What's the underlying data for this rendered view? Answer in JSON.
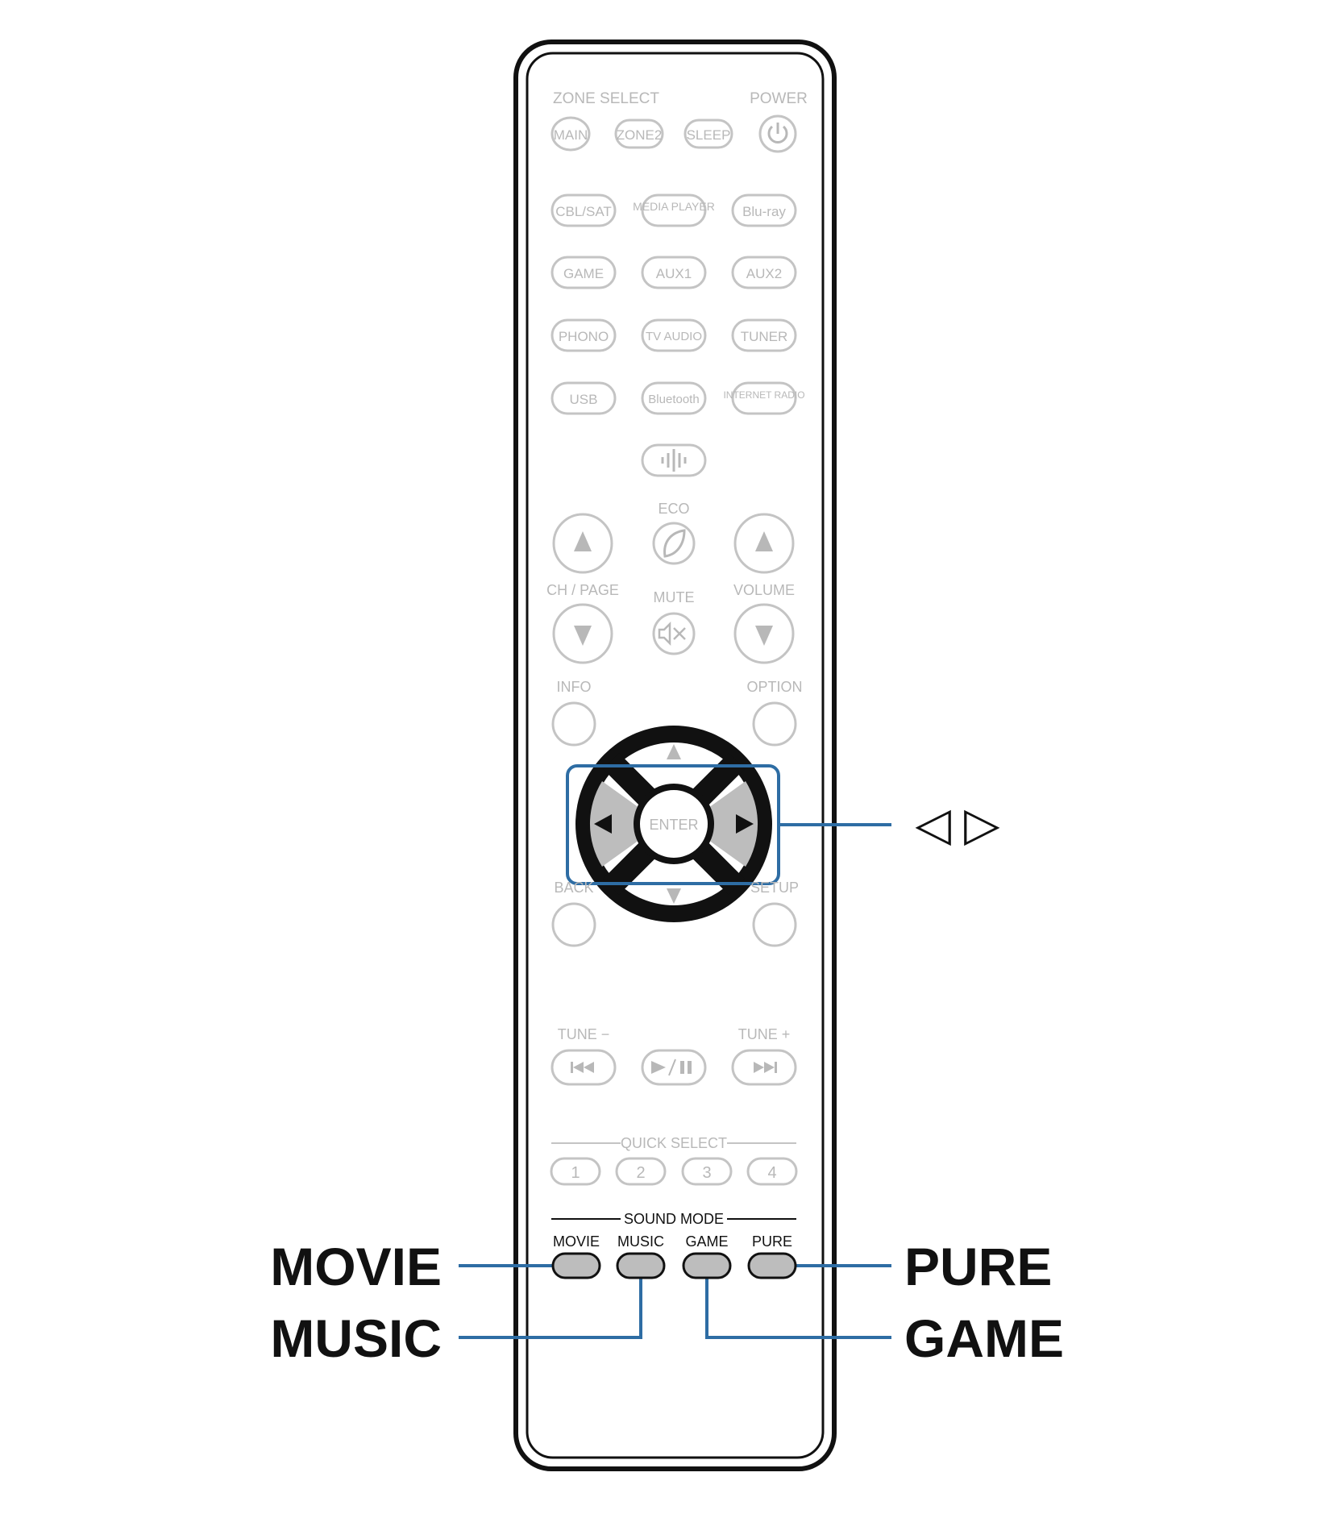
{
  "remote": {
    "zone_select": "ZONE SELECT",
    "power": "POWER",
    "zone_buttons": [
      "MAIN",
      "ZONE2",
      "SLEEP"
    ],
    "sources": [
      [
        "CBL/SAT",
        "MEDIA PLAYER",
        "Blu-ray"
      ],
      [
        "GAME",
        "AUX1",
        "AUX2"
      ],
      [
        "PHONO",
        "TV AUDIO",
        "TUNER"
      ],
      [
        "USB",
        "Bluetooth",
        "INTERNET RADIO"
      ]
    ],
    "eco": "ECO",
    "ch_page": "CH / PAGE",
    "mute": "MUTE",
    "volume": "VOLUME",
    "info": "INFO",
    "option": "OPTION",
    "enter": "ENTER",
    "back": "BACK",
    "setup": "SETUP",
    "tune_minus": "TUNE −",
    "tune_plus": "TUNE +",
    "quick_select": "QUICK SELECT",
    "quick_numbers": [
      "1",
      "2",
      "3",
      "4"
    ],
    "sound_mode": "SOUND MODE",
    "sound_buttons": [
      "MOVIE",
      "MUSIC",
      "GAME",
      "PURE"
    ]
  },
  "callouts": {
    "movie": "MOVIE",
    "music": "MUSIC",
    "pure": "PURE",
    "game": "GAME",
    "cursor_symbols": "◁ ▷"
  },
  "colors": {
    "callout_line": "#2e6da4",
    "faint": "#b8b8b8",
    "highlight_fill": "#bdbdbd"
  }
}
